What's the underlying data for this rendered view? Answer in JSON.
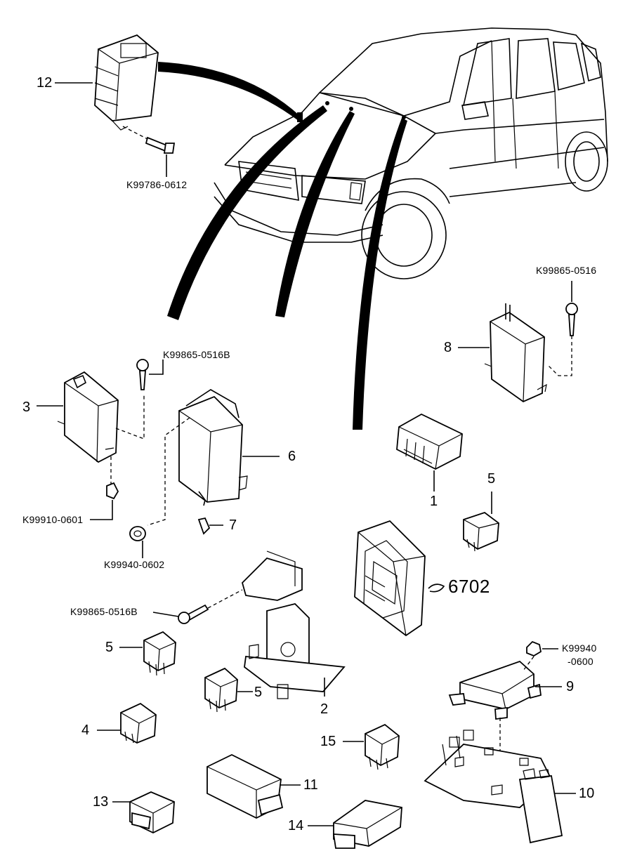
{
  "labels": {
    "p12": "12",
    "k99786": "K99786-0612",
    "k99865_0516_right": "K99865-0516",
    "p8": "8",
    "k99865_0516b_top": "K99865-0516B",
    "p3": "3",
    "p6": "6",
    "k99910": "K99910-0601",
    "k99940_0602": "K99940-0602",
    "p7": "7",
    "p1": "1",
    "p5_right": "5",
    "k99865_0516b_bottom": "K99865-0516B",
    "p6702": "6702",
    "p5_left": "5",
    "p5_mid": "5",
    "p2": "2",
    "k99940_0600_a": "K99940",
    "k99940_0600_b": "-0600",
    "p9": "9",
    "p4": "4",
    "p15": "15",
    "p11": "11",
    "p10": "10",
    "p13": "13",
    "p14": "14"
  }
}
